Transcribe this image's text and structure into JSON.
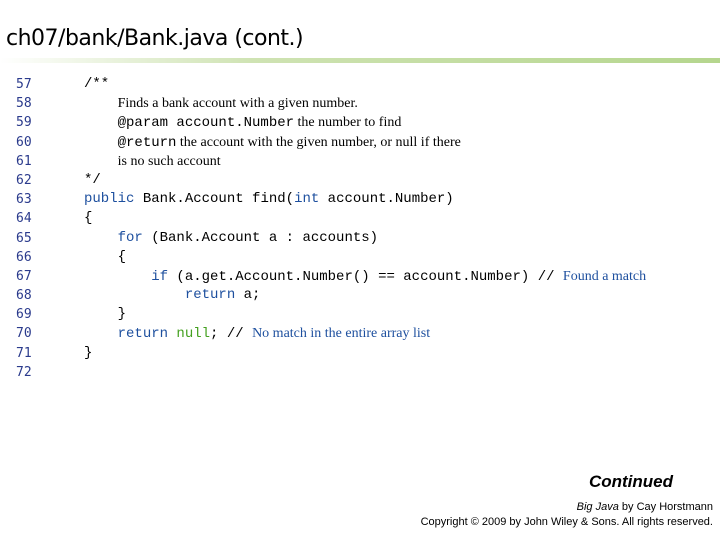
{
  "title": "ch07/bank/Bank.java (cont.)",
  "line_numbers": [
    "57",
    "58",
    "59",
    "60",
    "61",
    "62",
    "63",
    "64",
    "65",
    "66",
    "67",
    "68",
    "69",
    "70",
    "71",
    "72"
  ],
  "code": {
    "l57": "/**",
    "l58_text": "Finds a bank account with a given number.",
    "l59_tag": "@param account.Number",
    "l59_text": " the number to find",
    "l60_tag": "@return",
    "l60_text": " the account with the given number, or null if there",
    "l61_text": "is no such account",
    "l62": "*/",
    "l63_kw": "public",
    "l63_rest": " Bank.Account find(",
    "l63_kw2": "int",
    "l63_rest2": " account.Number)",
    "l64": "{",
    "l65_kw": "for",
    "l65_rest": " (Bank.Account a : accounts)",
    "l66": "{",
    "l67_kw": "if",
    "l67_rest": " (a.get.Account.Number() == account.Number) // ",
    "l67_comment": "Found a match",
    "l68_kw": "return",
    "l68_rest": " a;",
    "l69": "}",
    "l70_kw": "return",
    "l70_null": " null",
    "l70_rest": "; // ",
    "l70_comment": "No match in the entire array list",
    "l71": "}"
  },
  "footer": {
    "continued": "Continued",
    "book_title": "Big Java",
    "book_by": " by Cay Horstmann",
    "copyright": "Copyright © 2009 by John Wiley & Sons.  All rights reserved."
  },
  "colors": {
    "keyword": "#1d4f9e",
    "null_literal": "#44a020",
    "comment": "#1d4f9e",
    "line_number": "#2a3a8c",
    "title_bar": "#b5d68e"
  }
}
